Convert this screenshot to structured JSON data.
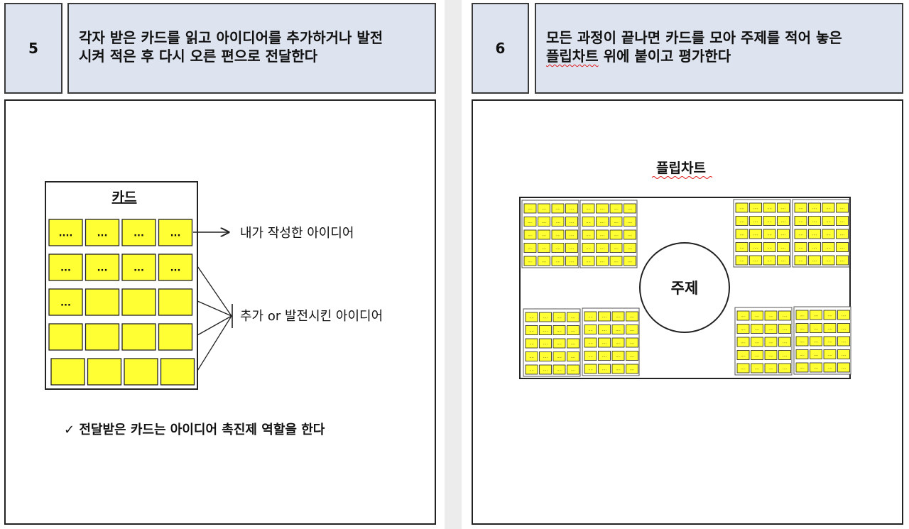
{
  "steps": [
    {
      "number": "5",
      "text": "각자 받은 카드를 읽고 아이디어를 추가하거나 발전\n시켜 적은 후 다시 오른 편으로 전달한다",
      "card_title": "카드",
      "card_grid": [
        [
          "....",
          "...",
          "...",
          "..."
        ],
        [
          "...",
          "...",
          "...",
          "..."
        ],
        [
          "...",
          "",
          "",
          ""
        ],
        [
          "",
          "",
          "",
          ""
        ],
        [
          "",
          "",
          "",
          ""
        ]
      ],
      "label_own_idea": "내가 작성한 아이디어",
      "label_added_idea": "추가 or 발전시킨 아이디어",
      "note": "✓  전달받은 카드는 아이디어 촉진제 역할을 한다"
    },
    {
      "number": "6",
      "text_before": "모든 과정이 끝나면 카드를 모아 주제를 적어 놓은",
      "text_squiggle": "플립차트",
      "text_after": " 위에 붙이고 평가한다",
      "flipchart_title": "플립차트",
      "center_label": "주제",
      "mini_card_text": "····"
    }
  ],
  "colors": {
    "header_bg": "#dde3ef",
    "card_yellow": "#ffff33",
    "border": "#222222",
    "spellcheck_underline": "#e02020"
  }
}
